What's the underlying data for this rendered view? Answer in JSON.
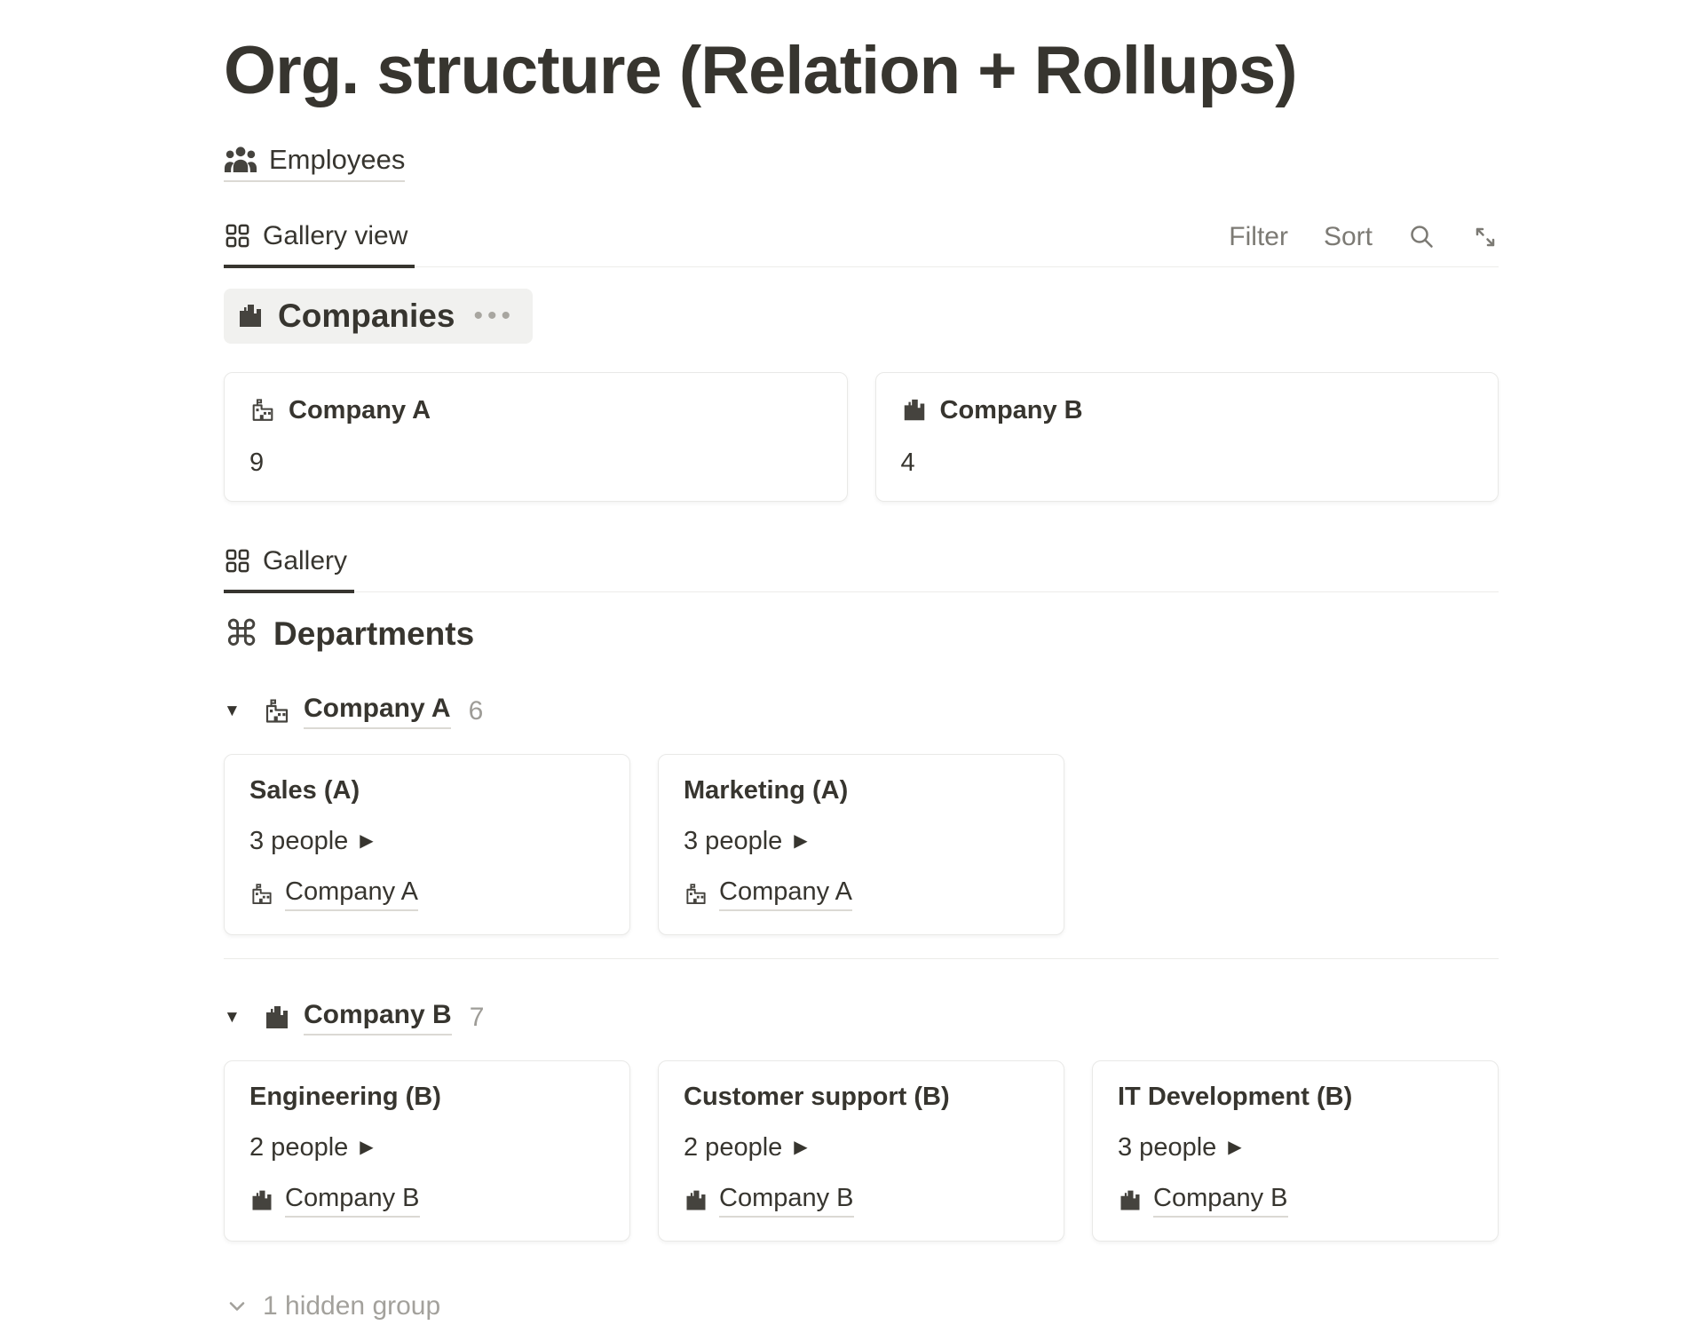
{
  "page": {
    "title": "Org. structure (Relation + Rollups)"
  },
  "breadcrumb": {
    "label": "Employees"
  },
  "toolbar": {
    "tab_label": "Gallery view",
    "filter_label": "Filter",
    "sort_label": "Sort"
  },
  "companies": {
    "title": "Companies",
    "cards": [
      {
        "name": "Company A",
        "value": "9",
        "icon": "school-building-icon"
      },
      {
        "name": "Company B",
        "value": "4",
        "icon": "city-buildings-icon"
      }
    ]
  },
  "gallery_tab": {
    "label": "Gallery"
  },
  "departments": {
    "title": "Departments",
    "groups": [
      {
        "company": "Company A",
        "count": "6",
        "icon": "school-building-icon",
        "cards": [
          {
            "title": "Sales (A)",
            "people": "3 people",
            "company": "Company A"
          },
          {
            "title": "Marketing (A)",
            "people": "3 people",
            "company": "Company A"
          }
        ]
      },
      {
        "company": "Company B",
        "count": "7",
        "icon": "city-buildings-icon",
        "cards": [
          {
            "title": "Engineering (B)",
            "people": "2 people",
            "company": "Company B"
          },
          {
            "title": "Customer support (B)",
            "people": "2 people",
            "company": "Company B"
          },
          {
            "title": "IT Development (B)",
            "people": "3 people",
            "company": "Company B"
          }
        ]
      }
    ],
    "hidden_group_label": "1 hidden group"
  },
  "glyphs": {
    "command": "⌘",
    "triangle_down": "▼",
    "play": "▶",
    "dots": "•••"
  },
  "icons": {
    "breadcrumb": "people-group-icon",
    "view_tab": "gallery-grid-icon",
    "search": "magnifier",
    "expand": "diagonal-arrows",
    "departments": "command-symbol"
  },
  "colors": {
    "text": "#37352F",
    "muted": "#7C7A74",
    "faint": "#9E9C97",
    "card_border": "#E9E9E7",
    "header_bg": "#F1F1EF",
    "link_underline": "#DBD9D4",
    "active_tab_underline": "#37352F"
  }
}
